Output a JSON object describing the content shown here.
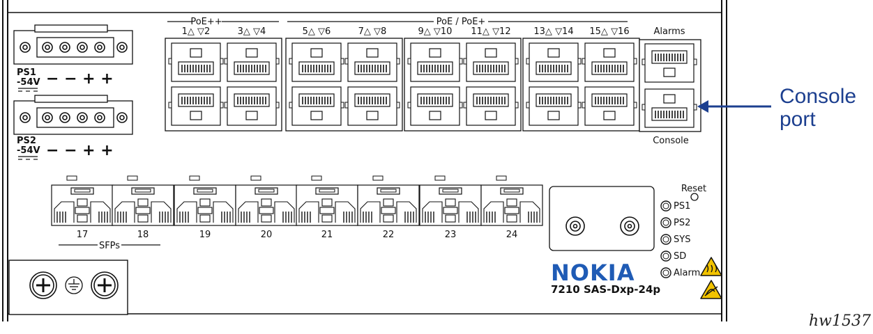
{
  "power": {
    "ps1_label": "PS1",
    "ps2_label": "PS2",
    "voltage": "-54V",
    "polarity": "− − + +"
  },
  "groups": {
    "poe_plus_plus": "PoE++",
    "poe_poe_plus": "PoE / PoE+"
  },
  "rj45_port_labels": [
    "1△ ▽2",
    "3△ ▽4",
    "5△ ▽6",
    "7△ ▽8",
    "9△ ▽10",
    "11△ ▽12",
    "13△ ▽14",
    "15△ ▽16"
  ],
  "alarms_label": "Alarms",
  "console_label": "Console",
  "callout": {
    "line1": "Console",
    "line2": "port"
  },
  "sfp_numbers": [
    "17",
    "18",
    "19",
    "20",
    "21",
    "22",
    "23",
    "24"
  ],
  "sfps_label": "SFPs",
  "reset_label": "Reset",
  "leds": [
    "PS1",
    "PS2",
    "SYS",
    "SD",
    "Alarm"
  ],
  "brand": "NOKIA",
  "model": "7210 SAS-Dxp-24p",
  "figure_id": "hw1537",
  "colors": {
    "callout": "#1c3f8f",
    "brand": "#1f5bb5",
    "warning": "#f2c300"
  }
}
